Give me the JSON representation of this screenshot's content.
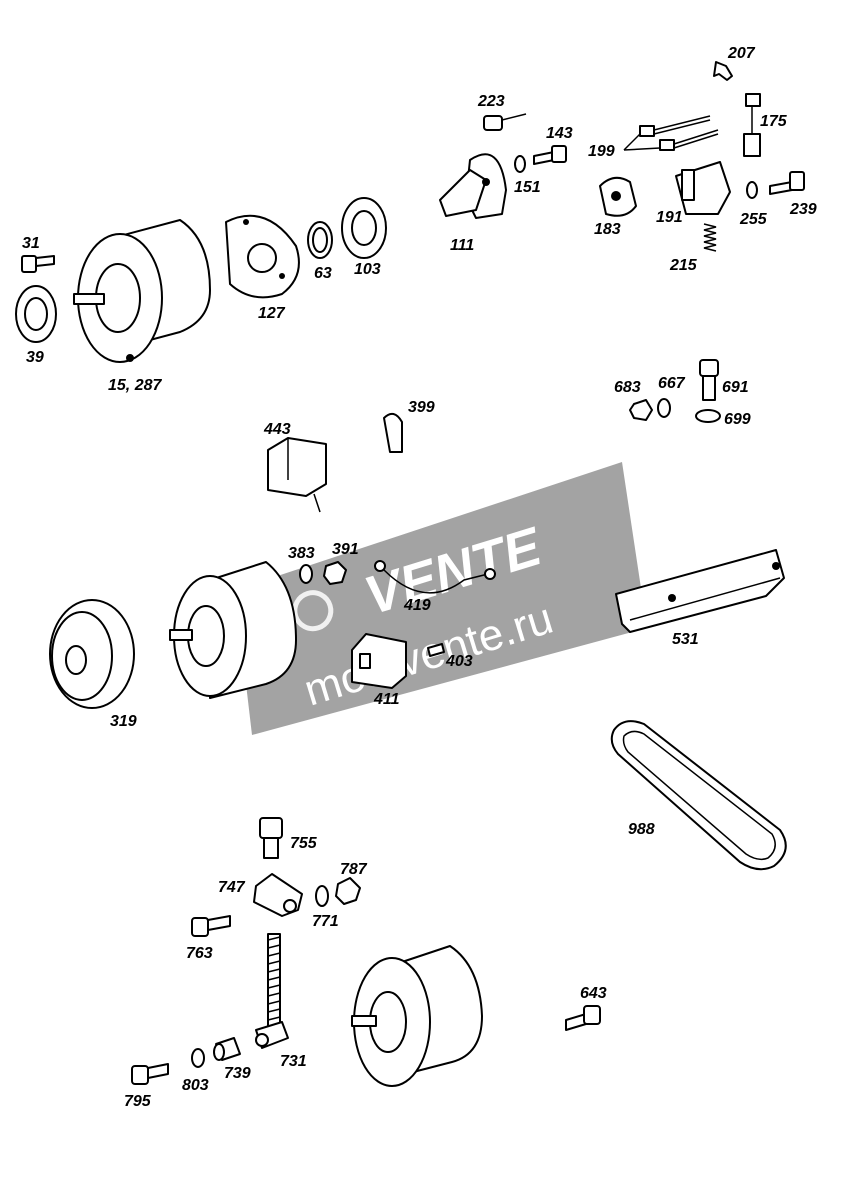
{
  "diagram": {
    "part_labels": [
      "207",
      "175",
      "223",
      "143",
      "199",
      "151",
      "183",
      "191",
      "255",
      "239",
      "215",
      "111",
      "31",
      "127",
      "63",
      "103",
      "39",
      "15, 287",
      "683",
      "667",
      "691",
      "699",
      "399",
      "443",
      "383",
      "391",
      "419",
      "531",
      "403",
      "411",
      "319",
      "988",
      "755",
      "747",
      "787",
      "771",
      "763",
      "643",
      "731",
      "795",
      "803",
      "739"
    ]
  },
  "watermark": {
    "brand": "VENTE",
    "url": "motovente.ru",
    "color": "#8a8a8a"
  }
}
